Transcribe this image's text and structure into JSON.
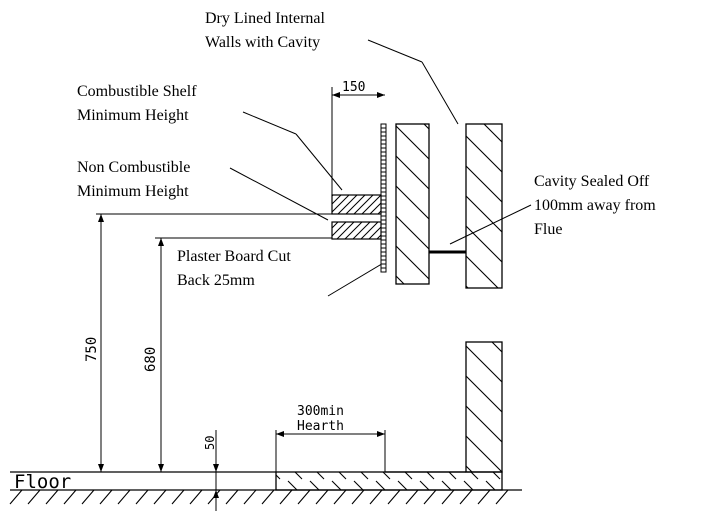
{
  "labels": {
    "dry_lined_line1": "Dry Lined Internal",
    "dry_lined_line2": "Walls with Cavity",
    "combustible_line1": "Combustible Shelf",
    "combustible_line2": "Minimum Height",
    "non_combustible_line1": "Non Combustible",
    "non_combustible_line2": "Minimum Height",
    "cavity_line1": "Cavity Sealed Off",
    "cavity_line2": "100mm away from",
    "cavity_line3": "Flue",
    "plaster_line1": "Plaster Board Cut",
    "plaster_line2": "Back 25mm",
    "floor": "Floor"
  },
  "dimensions": {
    "shelf_depth": "150",
    "height_750": "750",
    "height_680": "680",
    "hearth_height": "50",
    "hearth_line1": "300min",
    "hearth_line2": "Hearth"
  }
}
